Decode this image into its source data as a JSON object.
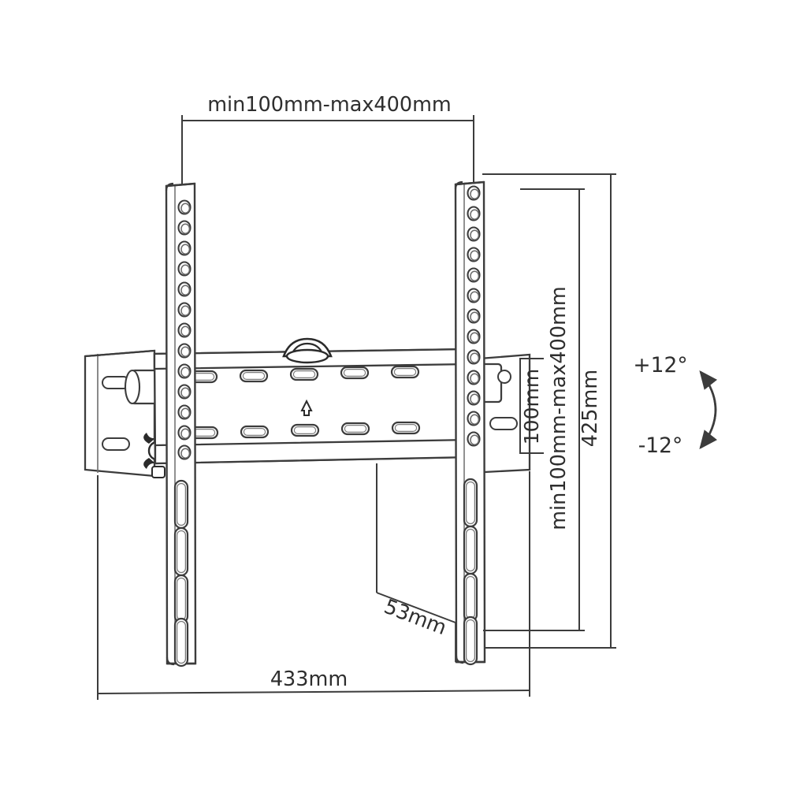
{
  "drawing": {
    "title": "TV Wall Mount Tilting Bracket Technical Dimension Drawing",
    "background_color": "#ffffff",
    "line_color": "#3c3c3c",
    "text_color": "#2e2e2e"
  },
  "dimensions": {
    "top_width": {
      "label": "min100mm-max400mm",
      "orientation": "horizontal",
      "position": "top"
    },
    "vesa_height": {
      "label": "min100mm-max400mm",
      "orientation": "vertical",
      "position": "right-inner"
    },
    "overall_height": {
      "label": "425mm",
      "orientation": "vertical",
      "position": "right-outer"
    },
    "plate_height": {
      "label": "100mm",
      "orientation": "vertical",
      "position": "right-bracket"
    },
    "depth": {
      "label": "53mm",
      "orientation": "diagonal",
      "position": "bottom-center"
    },
    "overall_width": {
      "label": "433mm",
      "orientation": "horizontal",
      "position": "bottom"
    }
  },
  "tilt": {
    "up_label": "+12°",
    "down_label": "-12°",
    "arrow": "curved-double-arrow"
  },
  "parts": {
    "left_rail": {
      "round_holes": 13,
      "slots": 4
    },
    "right_rail": {
      "round_holes": 13,
      "slots": 4
    },
    "center_plate": {
      "slot_rows": 2,
      "slots_per_row": 5,
      "center_marker": "up-arrow"
    },
    "top_tab": "hook-tab",
    "wall_plate_left": "left-wall-plate",
    "wall_plate_right": "right-wall-plate"
  }
}
